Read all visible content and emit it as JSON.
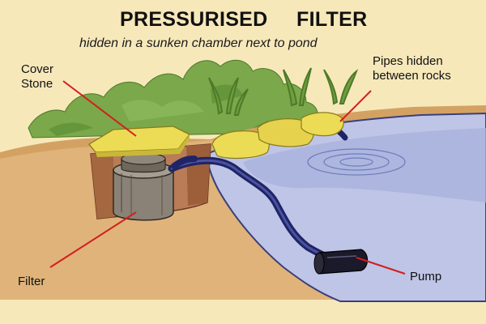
{
  "title": {
    "word1": "PRESSURISED",
    "word2": "FILTER"
  },
  "subtitle": "hidden in a sunken chamber next to pond",
  "labels": {
    "cover_stone": [
      "Cover",
      "Stone"
    ],
    "pipes": [
      "Pipes hidden",
      "between rocks"
    ],
    "filter": "Filter",
    "pump": "Pump"
  },
  "colors": {
    "background": "#f6e6b6",
    "soil": "#d9a56a",
    "pond": "#c7cde8",
    "water": "#8f9ac9",
    "plants": "#6a9a3a",
    "stone": "#ecdc55",
    "pipe": "#1f2466",
    "leader_line": "#d21f1f"
  }
}
